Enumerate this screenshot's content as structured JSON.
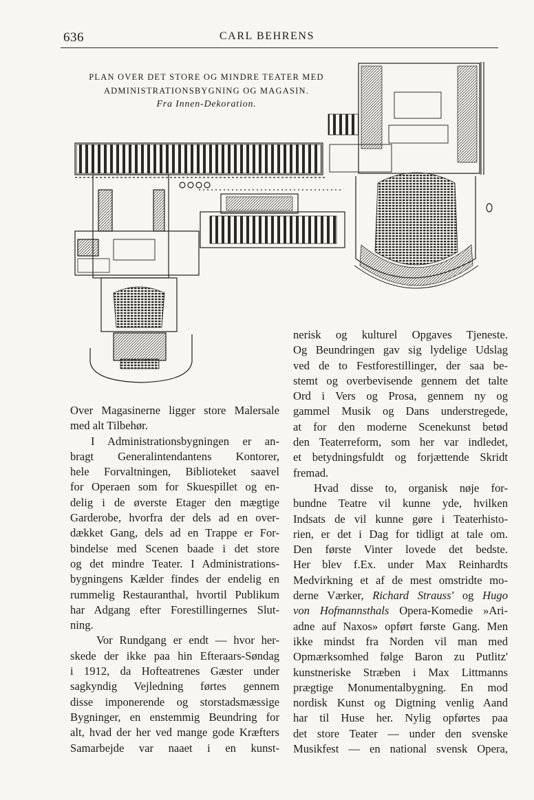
{
  "header": {
    "page_number": "636",
    "running_head": "CARL BEHRENS"
  },
  "figure": {
    "caption_line1": "PLAN OVER DET STORE OG MINDRE TEATER MED",
    "caption_line2": "ADMINISTRATIONSBYGNING OG MAGASIN.",
    "caption_source": "Fra Innen-Dekoration."
  },
  "left_column": {
    "p1": [
      "Over Magasinerne ligger store Malersale",
      "med alt Tilbehør."
    ],
    "p2": [
      "I Administrationsbygningen er an-",
      "bragt Generalintendantens Kontorer,",
      "hele Forvaltningen, Biblioteket saavel",
      "for Operaen som for Skuespillet og en-",
      "delig i de øverste Etager den mægtige",
      "Garderobe, hvorfra der dels ad en over-",
      "dækket Gang, dels ad en Trappe er For-",
      "bindelse med Scenen baade i det store",
      "og det mindre Teater. I Administrations-",
      "bygningens Kælder findes der endelig en",
      "rummelig Restauranthal, hvortil Publikum",
      "har Adgang efter Forestillingernes Slut-",
      "ning."
    ],
    "p3": [
      "Vor Rundgang er endt — hvor her-",
      "skede der ikke paa hin Efteraars-Søndag",
      "i 1912, da Hofteatrenes Gæster under",
      "sagkyndig Vejledning førtes gennem",
      "disse imponerende og storstadsmæssige",
      "Bygninger, en enstemmig Beundring for",
      "alt, hvad der her ved mange gode Kræfters",
      "Samarbejde var naaet i en kunst-"
    ]
  },
  "right_column": {
    "p1": [
      "nerisk og kulturel Opgaves Tjeneste.",
      "Og Beundringen gav sig lydelige Udslag",
      "ved de to Festforestillinger, der saa be-",
      "stemt og overbevisende gennem det talte",
      "Ord i Vers og Prosa, gennem ny og",
      "gammel Musik og Dans understregede,",
      "at for den moderne Scenekunst betød",
      "den Teaterreform, som her var indledet,",
      "et betydningsfuldt og forjættende Skridt",
      "fremad."
    ],
    "p2": {
      "l1": "Hvad disse to, organisk nøje for-",
      "l2": "bundne Teatre vil kunne yde, hvilken",
      "l3": "Indsats de vil kunne gøre i Teaterhisto-",
      "l4": "rien, er det i Dag for tidligt at tale om.",
      "l5": "Den første Vinter lovede det bedste.",
      "l6": "Her blev f.Ex. under Max Reinhardts",
      "l7": "Medvirkning et af de mest omstridte mo-",
      "l8_a": "derne Værker, ",
      "l8_em1": "Richard Strauss'",
      "l8_b": " og ",
      "l8_em2": "Hugo",
      "l9_em": "von Hofmannsthals",
      "l9_b": " Opera-Komedie »Ari-",
      "l10": "adne auf Naxos» opført første Gang. Men",
      "l11": "ikke mindst fra Norden vil man med",
      "l12": "Opmærksomhed følge Baron zu Putlitz'",
      "l13": "kunstneriske Stræben i Max Littmanns",
      "l14": "prægtige Monumentalbygning. En mod",
      "l15": "nordisk Kunst og Digtning venlig Aand",
      "l16": "har til Huse her. Nylig opførtes paa",
      "l17": "det store Teater — under den svenske",
      "l18": "Musikfest — en national svensk Opera,"
    }
  }
}
